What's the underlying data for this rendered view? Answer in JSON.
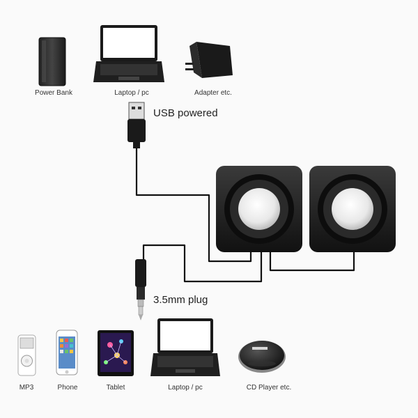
{
  "sources_top": {
    "power_bank": "Power Bank",
    "laptop": "Laptop  / pc",
    "adapter": "Adapter etc."
  },
  "connectors": {
    "usb": "USB powered",
    "aux": "3.5mm plug"
  },
  "sources_bottom": {
    "mp3": "MP3",
    "phone": "Phone",
    "tablet": "Tablet",
    "laptop": "Laptop  / pc",
    "cd_player": "CD Player etc."
  },
  "colors": {
    "background": "#fafafa",
    "device_black": "#1a1a1a",
    "speaker_cone": "#f4f4f4",
    "cable": "#111111"
  },
  "icons": [
    "power-bank-icon",
    "laptop-icon",
    "adapter-icon",
    "usb-plug-icon",
    "speaker-icon",
    "audio-jack-icon",
    "mp3-player-icon",
    "phone-icon",
    "tablet-icon",
    "cd-player-icon"
  ]
}
